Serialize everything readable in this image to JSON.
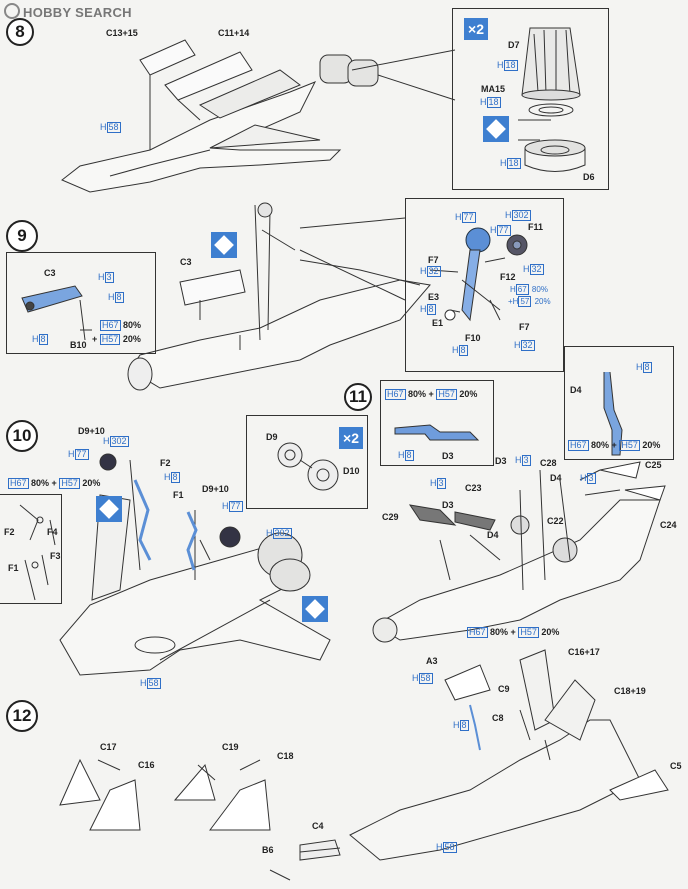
{
  "watermark": "HOBBY SEARCH",
  "steps": [
    "8",
    "9",
    "10",
    "11",
    "12"
  ],
  "x2": "×2",
  "step8": {
    "parts": [
      "C13+15",
      "C11+14",
      "D7",
      "MA15",
      "D6"
    ],
    "h": [
      "58",
      "18",
      "18",
      "18"
    ]
  },
  "step9": {
    "parts": [
      "C3",
      "C3",
      "B10",
      "F11",
      "F7",
      "F12",
      "E3",
      "E1",
      "F10",
      "F7"
    ],
    "h": [
      "3",
      "8",
      "67",
      "57",
      "8",
      "77",
      "302",
      "77",
      "32",
      "32",
      "67",
      "57",
      "8",
      "8",
      "32"
    ],
    "pct80": "80%",
    "pct20": "20%",
    "plus": "+",
    "small80": "80%",
    "small20": "20%"
  },
  "step10": {
    "parts": [
      "D9+10",
      "F2",
      "F1",
      "D9+10",
      "F2",
      "F4",
      "F3",
      "F1",
      "D9",
      "D10"
    ],
    "h": [
      "302",
      "77",
      "8",
      "67",
      "57",
      "77",
      "302",
      "58"
    ],
    "mix": "80%  +",
    "mix20": "20%"
  },
  "step11": {
    "parts": [
      "D4",
      "D3",
      "D3",
      "C28",
      "C25",
      "D4",
      "C23",
      "C29",
      "D3",
      "D4",
      "C22",
      "C24"
    ],
    "h": [
      "8",
      "67",
      "57",
      "8",
      "67",
      "57",
      "3",
      "3",
      "3"
    ],
    "mix": "80%  +",
    "mix20": "20%"
  },
  "step12": {
    "parts": [
      "C17",
      "C16",
      "C19",
      "C18",
      "C4",
      "B6",
      "A3",
      "C9",
      "C8",
      "C16+17",
      "C18+19",
      "C5"
    ],
    "h": [
      "67",
      "57",
      "58",
      "8",
      "58"
    ],
    "mix": "80%  +",
    "mix20": "20%"
  }
}
